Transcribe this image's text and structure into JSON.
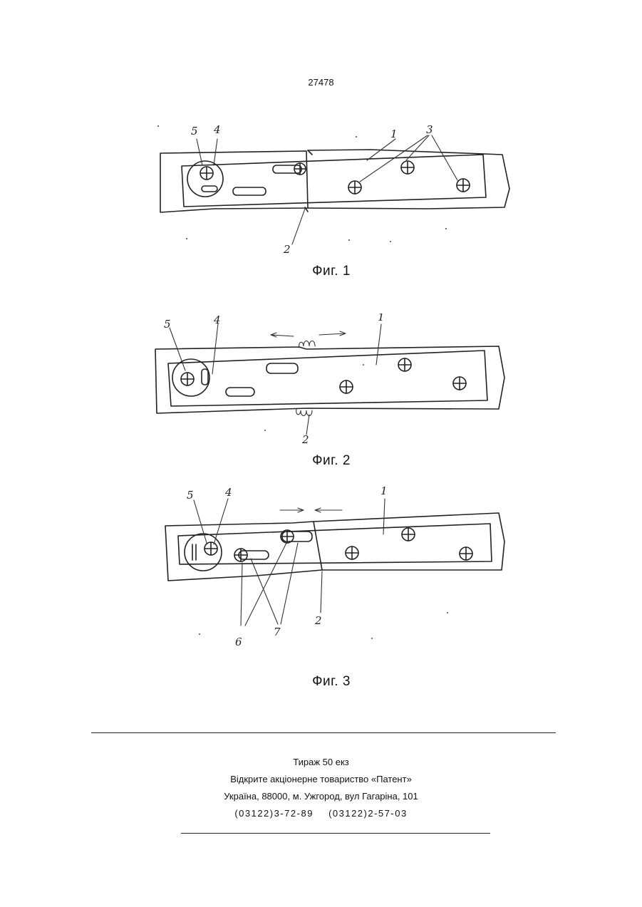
{
  "page_number": "27478",
  "figures": [
    {
      "caption": "Фиг. 1",
      "callouts": [
        "5",
        "4",
        "1",
        "3",
        "2"
      ]
    },
    {
      "caption": "Фиг. 2",
      "callouts": [
        "5",
        "4",
        "1",
        "2"
      ]
    },
    {
      "caption": "Фиг. 3",
      "callouts": [
        "5",
        "4",
        "1",
        "2",
        "6",
        "7"
      ]
    }
  ],
  "imprint": {
    "circulation": "Тираж 50 екз",
    "publisher": "Відкрите акціонерне товариство «Патент»",
    "address": "Україна, 88000, м. Ужгород, вул Гагаріна, 101",
    "phone_1": "(03122)3-72-89",
    "phone_2": "(03122)2-57-03"
  }
}
